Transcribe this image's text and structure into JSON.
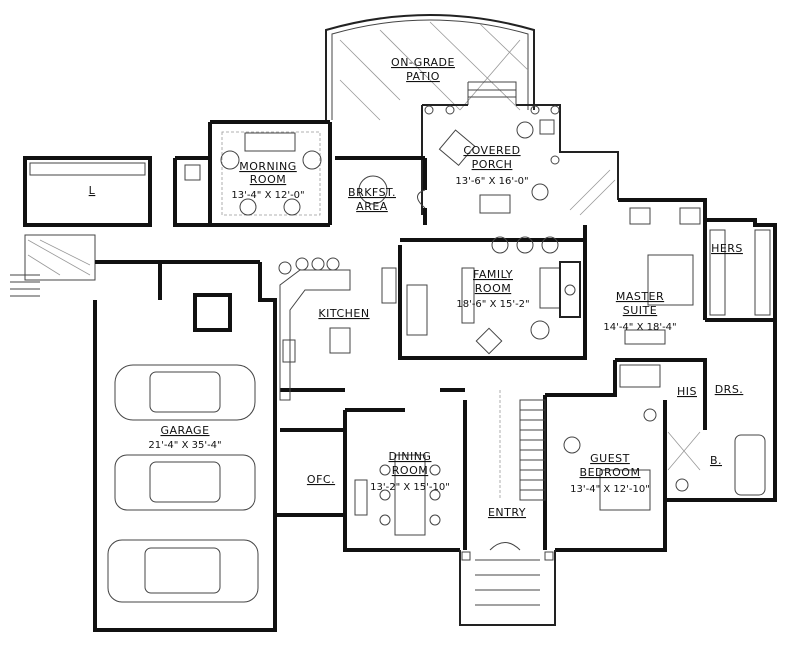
{
  "rooms": {
    "patio": {
      "name_1": "ON-GRADE",
      "name_2": "PATIO"
    },
    "covered_porch": {
      "name_1": "COVERED",
      "name_2": "PORCH",
      "dims": "13'-6\" X 16'-0\""
    },
    "morning_room": {
      "name_1": "MORNING",
      "name_2": "ROOM",
      "dims": "13'-4\" X 12'-0\""
    },
    "breakfast_area": {
      "name_1": "BRKFST.",
      "name_2": "AREA"
    },
    "family_room": {
      "name_1": "FAMILY",
      "name_2": "ROOM",
      "dims": "18'-6\" X 15'-2\""
    },
    "kitchen": {
      "name": "KITCHEN"
    },
    "master_suite": {
      "name_1": "MASTER",
      "name_2": "SUITE",
      "dims": "14'-4\" X 18'-4\""
    },
    "hers": {
      "name": "HERS"
    },
    "his": {
      "name": "HIS"
    },
    "dressing": {
      "name": "DRS."
    },
    "bath": {
      "name": "B."
    },
    "laundry": {
      "name": "L"
    },
    "garage": {
      "name": "GARAGE",
      "dims": "21'-4\" X 35'-4\""
    },
    "dining_room": {
      "name_1": "DINING",
      "name_2": "ROOM",
      "dims": "13'-2\" X 15'-10\""
    },
    "office": {
      "name": "OFC."
    },
    "entry": {
      "name": "ENTRY"
    },
    "guest_bedroom": {
      "name_1": "GUEST",
      "name_2": "BEDROOM",
      "dims": "13'-4\" X 12'-10\""
    }
  }
}
